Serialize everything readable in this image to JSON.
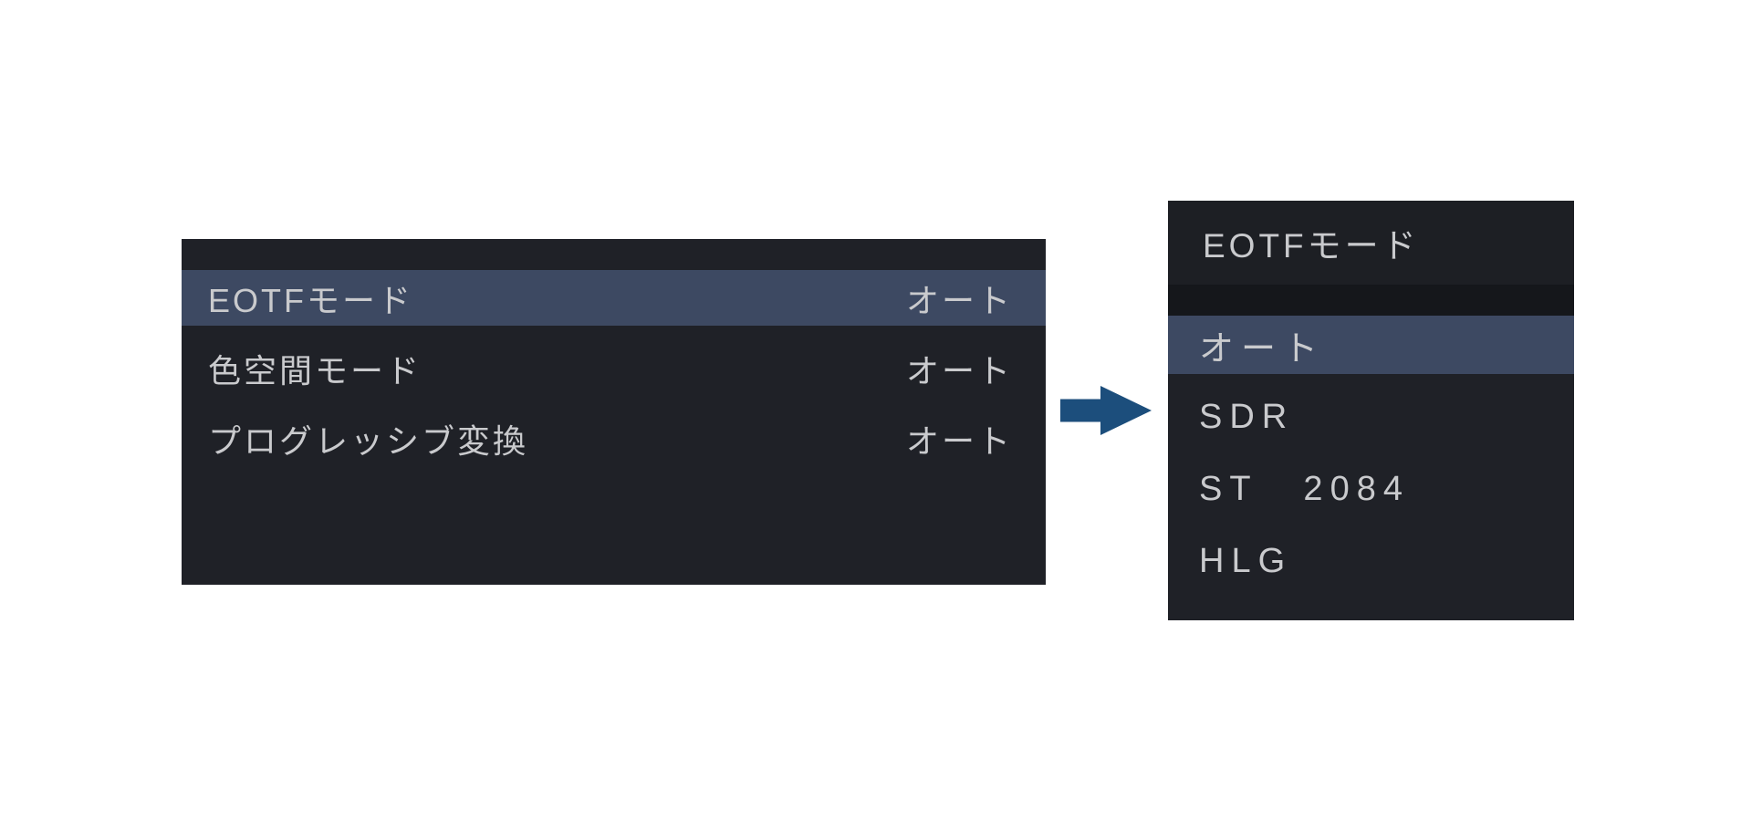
{
  "left_panel": {
    "items": [
      {
        "label": "EOTFモード",
        "value": "オート",
        "selected": true
      },
      {
        "label": "色空間モード",
        "value": "オート",
        "selected": false
      },
      {
        "label": "プログレッシブ変換",
        "value": "オート",
        "selected": false
      }
    ]
  },
  "arrow": {
    "icon": "right-arrow-icon"
  },
  "right_panel": {
    "title": "EOTFモード",
    "options": [
      {
        "label": "オート",
        "selected": true
      },
      {
        "label": "SDR",
        "selected": false
      },
      {
        "label": "ST 2084",
        "selected": false
      },
      {
        "label": "HLG",
        "selected": false
      }
    ]
  },
  "colors": {
    "page_bg": "#FFFFFF",
    "panel_bg": "#1F2127",
    "highlight": "#3D4962",
    "separator": "#15171B",
    "text": "#C9CACD",
    "arrow": "#1C4E7C"
  }
}
